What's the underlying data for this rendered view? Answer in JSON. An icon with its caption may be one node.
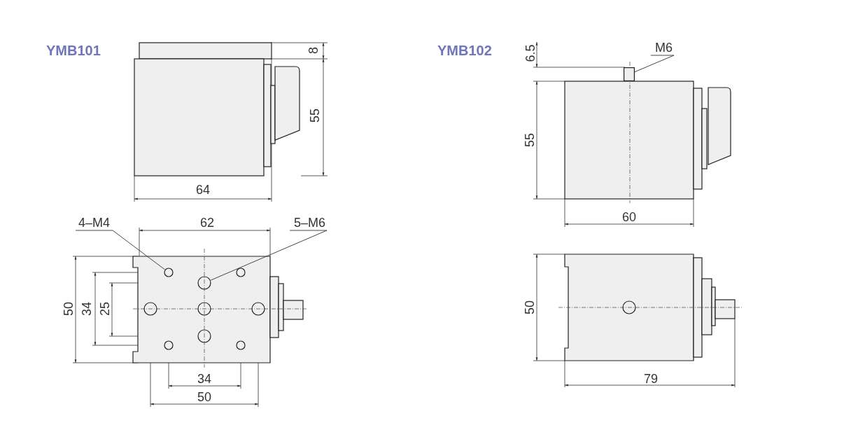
{
  "diagram": {
    "nodes": [
      {
        "text": [
          "4–M4"
        ]
      },
      {
        "text": [],
        "shape": "circle"
      },
      {
        "text": [
          "5–M6"
        ]
      },
      {
        "text": [],
        "shape": "circle"
      },
      {
        "text": [
          "M6"
        ]
      },
      {
        "text": [],
        "shape": "box"
      }
    ],
    "edges": [
      {
        "from": 0,
        "to": 1,
        "arrow": "none"
      },
      {
        "from": 2,
        "to": 3,
        "arrow": "none"
      },
      {
        "from": 4,
        "to": 5,
        "arrow": "none"
      }
    ],
    "labels": [
      "YMB101",
      "8",
      "55",
      "64",
      "62",
      "50",
      "34",
      "25",
      "34",
      "50",
      "YMB102",
      "6.5",
      "55",
      "60",
      "50",
      "79"
    ]
  }
}
